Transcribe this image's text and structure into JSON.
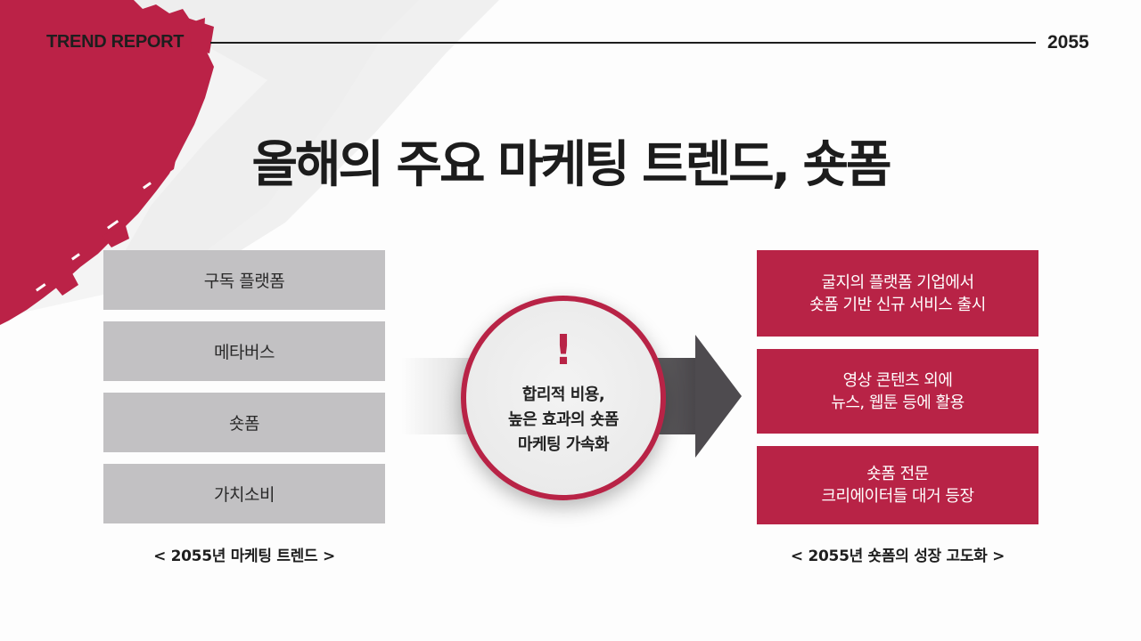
{
  "header": {
    "label": "TREND REPORT",
    "year": "2055"
  },
  "title": "올해의 주요 마케팅 트렌드, 숏폼",
  "left": {
    "items": [
      "구독 플랫폼",
      "메타버스",
      "숏폼",
      "가치소비"
    ],
    "caption": "< 2055년 마케팅 트렌드 >"
  },
  "center": {
    "icon": "!",
    "text": "합리적 비용,\n높은 효과의 숏폼\n 마케팅 가속화"
  },
  "right": {
    "items": [
      "굴지의 플랫폼 기업에서\n숏폼 기반 신규 서비스 출시",
      "영상 콘텐츠 외에\n뉴스, 웹툰 등에 활용",
      "숏폼 전문\n크리에이터들 대거 등장"
    ],
    "caption": "< 2055년 숏폼의 성장 고도화 >"
  },
  "colors": {
    "accent": "#b82346",
    "gray_box": "#c2c1c3",
    "text_dark": "#1e1e1e",
    "arrow": "#4e4b4f"
  }
}
